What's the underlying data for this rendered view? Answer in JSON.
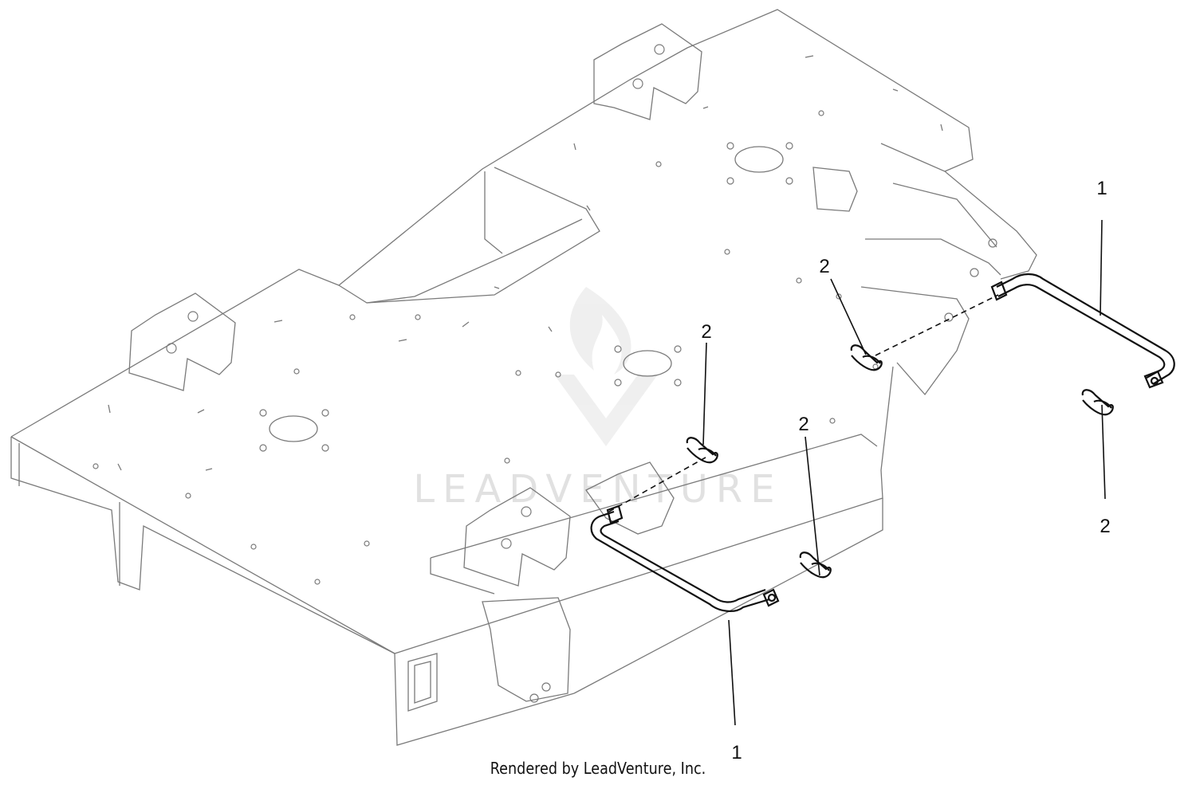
{
  "diagram": {
    "callouts": [
      {
        "id": "c1",
        "label": "1"
      },
      {
        "id": "c2",
        "label": "2"
      },
      {
        "id": "c3",
        "label": "2"
      },
      {
        "id": "c4",
        "label": "2"
      },
      {
        "id": "c5",
        "label": "2"
      },
      {
        "id": "c6",
        "label": "1"
      }
    ],
    "watermark": "LEADVENTURE",
    "footer": "Rendered by LeadVenture, Inc."
  }
}
